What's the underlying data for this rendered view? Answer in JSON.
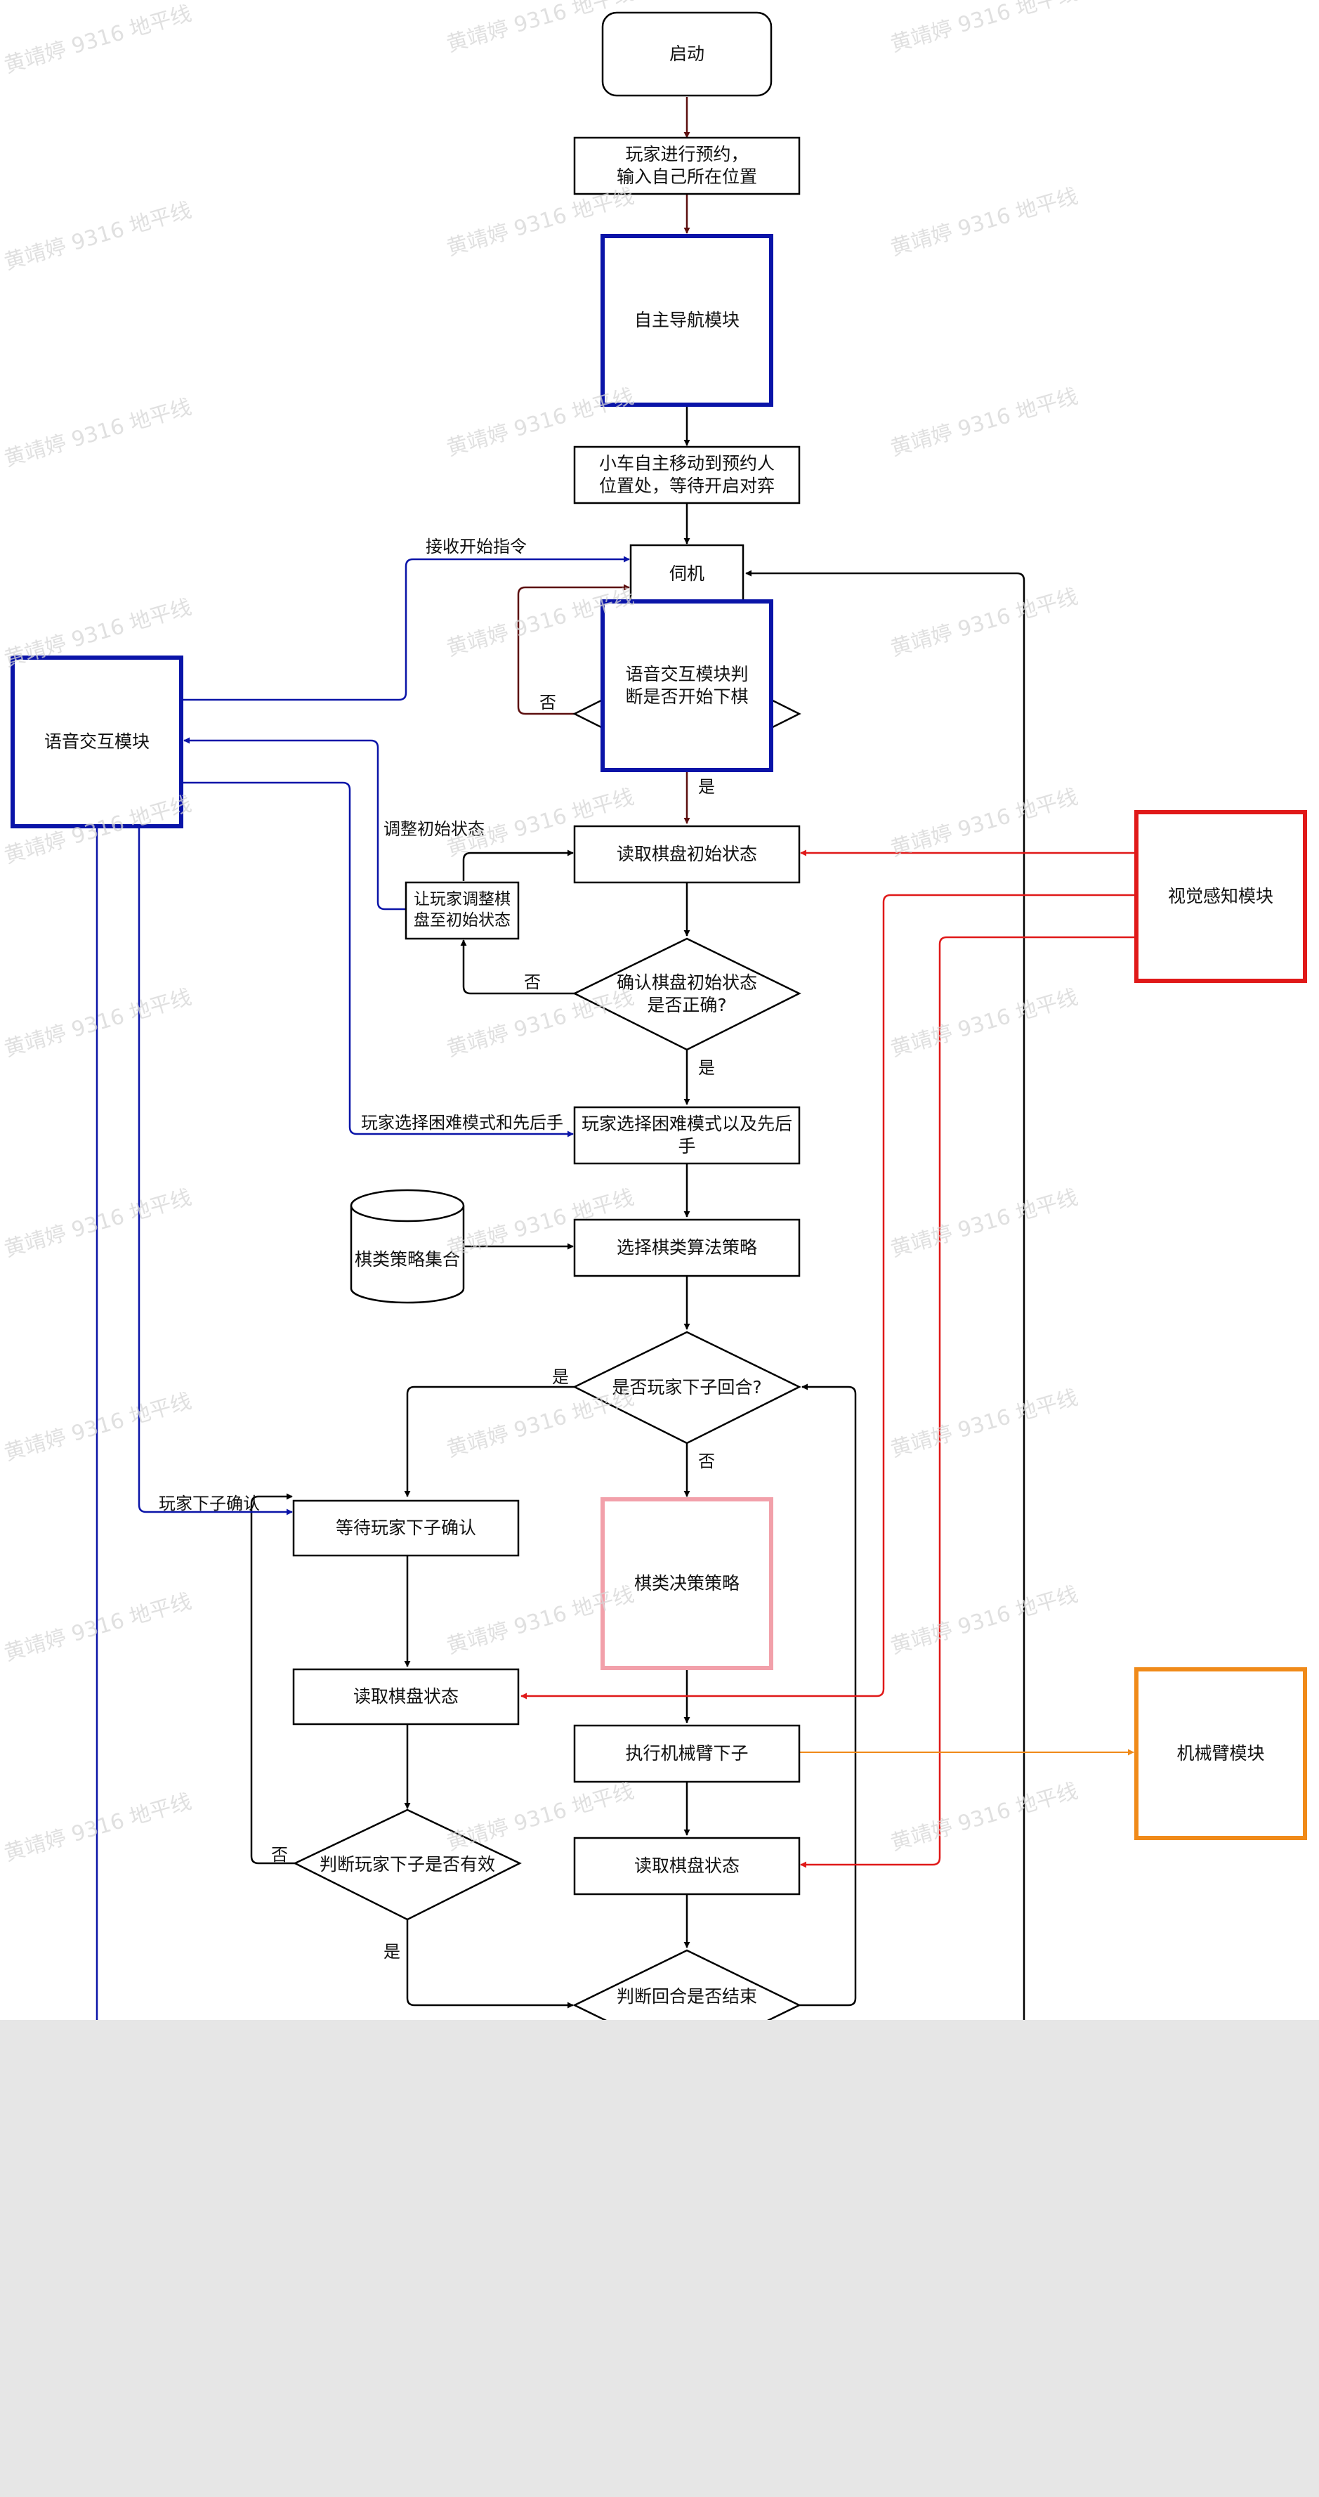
{
  "watermark": "黄靖婷 9316 地平线",
  "colors": {
    "stroke": "#000000",
    "voice_blue": "#0a14a8",
    "vision_red": "#e01919",
    "arm_orange": "#f08a19",
    "strategy_pink": "#f2a0aa",
    "dark_arrow": "#5c0f0f",
    "footer_gray": "#e6e6e6"
  },
  "nodes": {
    "start": "启动",
    "reserve": "玩家进行预约，\n输入自己所在位置",
    "autonav": "自主导航模块",
    "move": "小车自主移动到预约人\n位置处，等待开启对弈",
    "wait": "伺机",
    "voice_judge": "语音交互模块判\n断是否开始下棋",
    "read_init": "读取棋盘初始状态",
    "adjust": "让玩家调整棋\n盘至初始状态",
    "confirm_init": "确认棋盘初始状态\n是否正确?",
    "select_mode": "玩家选择困难模式以及先后手",
    "strategy_set": "棋类策略集合",
    "select_algo": "选择棋类算法策略",
    "is_player_turn": "是否玩家下子回合?",
    "wait_confirm": "等待玩家下子确认",
    "decision": "棋类决策策略",
    "read_board_left": "读取棋盘状态",
    "exec_arm": "执行机械臂下子",
    "judge_valid": "判断玩家下子是否有效",
    "read_board_right": "读取棋盘状态",
    "judge_end": "判断回合是否结束",
    "voice_module": "语音交互模块",
    "vision_module": "视觉感知模块",
    "arm_module": "机械臂模块"
  },
  "edge_labels": {
    "receive_start": "接收开始指令",
    "no_voice": "否",
    "yes_voice": "是",
    "adjust_init": "调整初始状态",
    "no_confirm": "否",
    "yes_confirm": "是",
    "select_mode_cmd": "玩家选择困难模式和先后手",
    "yes_turn": "是",
    "no_turn": "否",
    "player_confirm": "玩家下子确认",
    "no_valid": "否",
    "yes_valid": "是"
  }
}
